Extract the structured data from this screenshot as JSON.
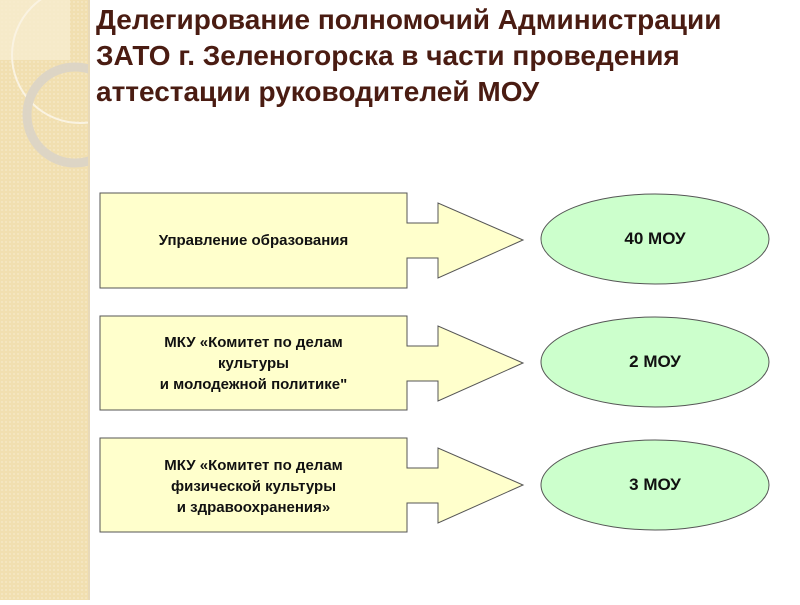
{
  "title": "Делегирование полномочий Администрации ЗАТО г. Зеленогорска в части проведения аттестации руководителей МОУ",
  "rows": [
    {
      "source": "Управление образования",
      "target": "40 МОУ"
    },
    {
      "source_lines": [
        "МКУ «Комитет по делам",
        "культуры",
        "и молодежной политике\""
      ],
      "target": "2 МОУ"
    },
    {
      "source_lines": [
        "МКУ «Комитет по делам",
        "физической культуры",
        "и здравоохранения»"
      ],
      "target": "3 МОУ"
    }
  ],
  "colors": {
    "box_fill": "#ffffcc",
    "oval_fill": "#ccffcc",
    "title": "#4a1c12",
    "sidebar": "#f1dfb0"
  }
}
